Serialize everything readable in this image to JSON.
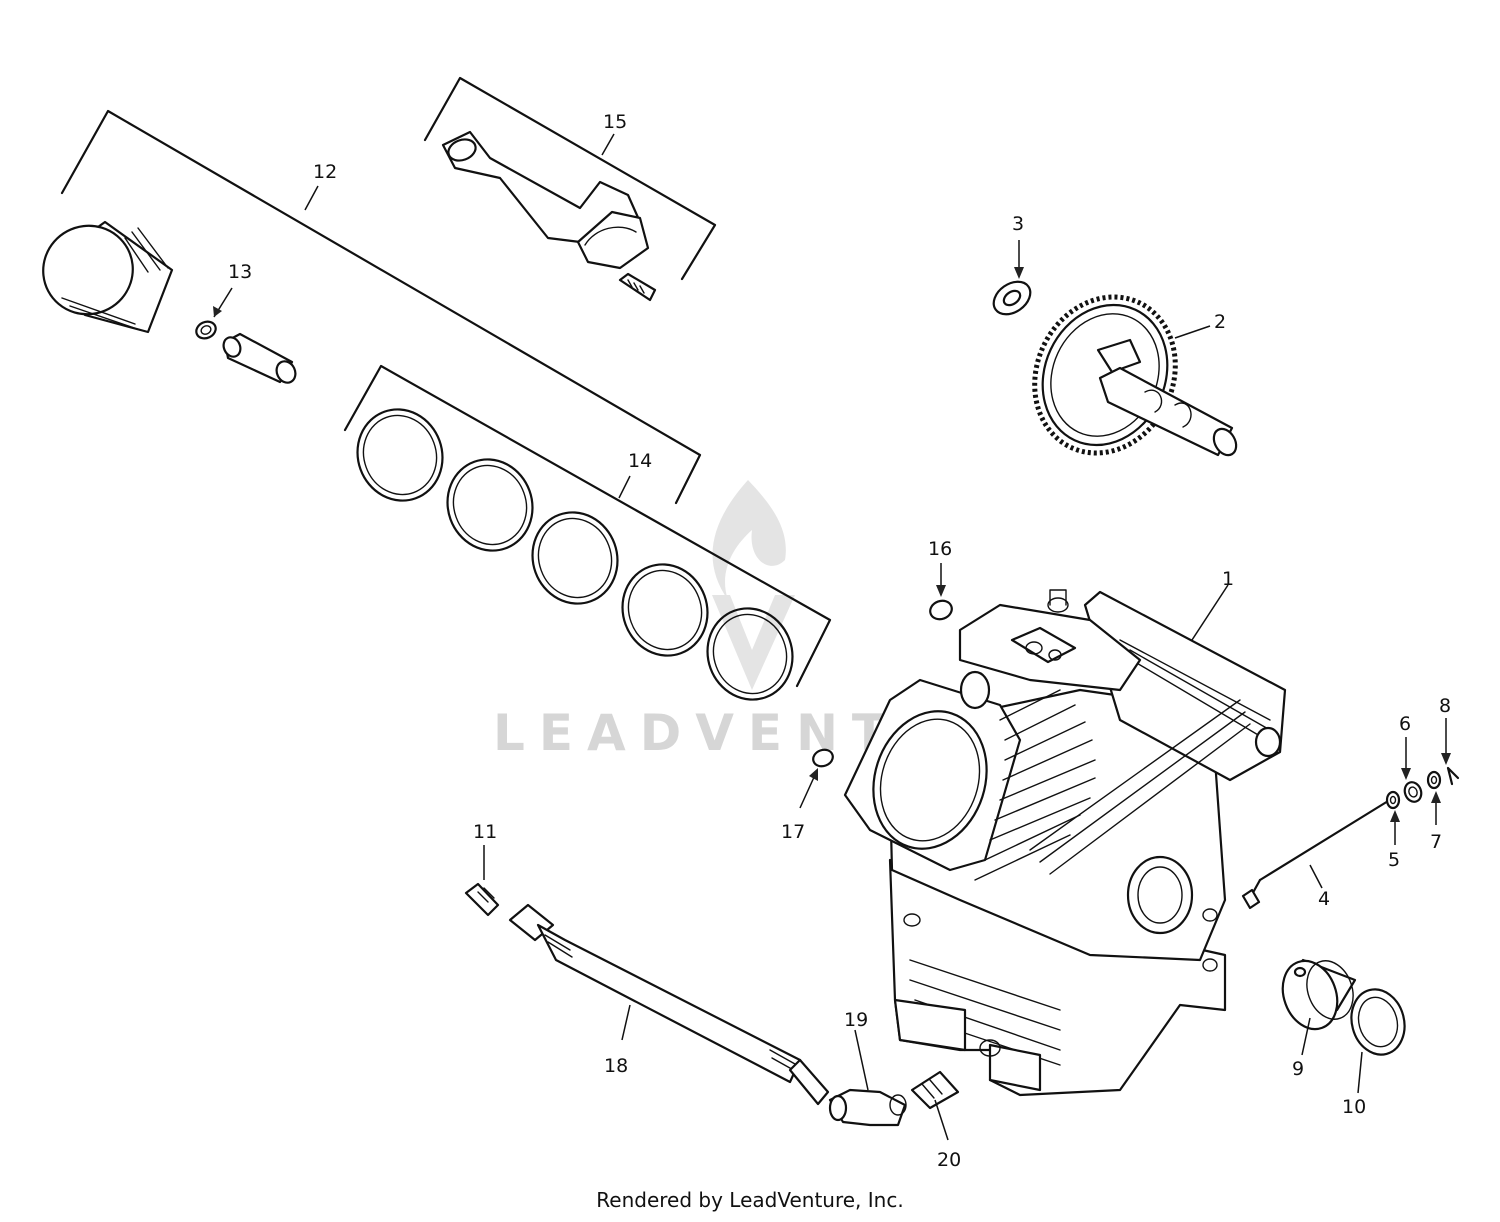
{
  "callouts": [
    "1",
    "2",
    "3",
    "4",
    "5",
    "6",
    "7",
    "8",
    "9",
    "10",
    "11",
    "12",
    "13",
    "14",
    "15",
    "16",
    "17",
    "18",
    "19",
    "20"
  ],
  "watermark": "LEADVENTURE",
  "footer": "Rendered by LeadVenture, Inc."
}
